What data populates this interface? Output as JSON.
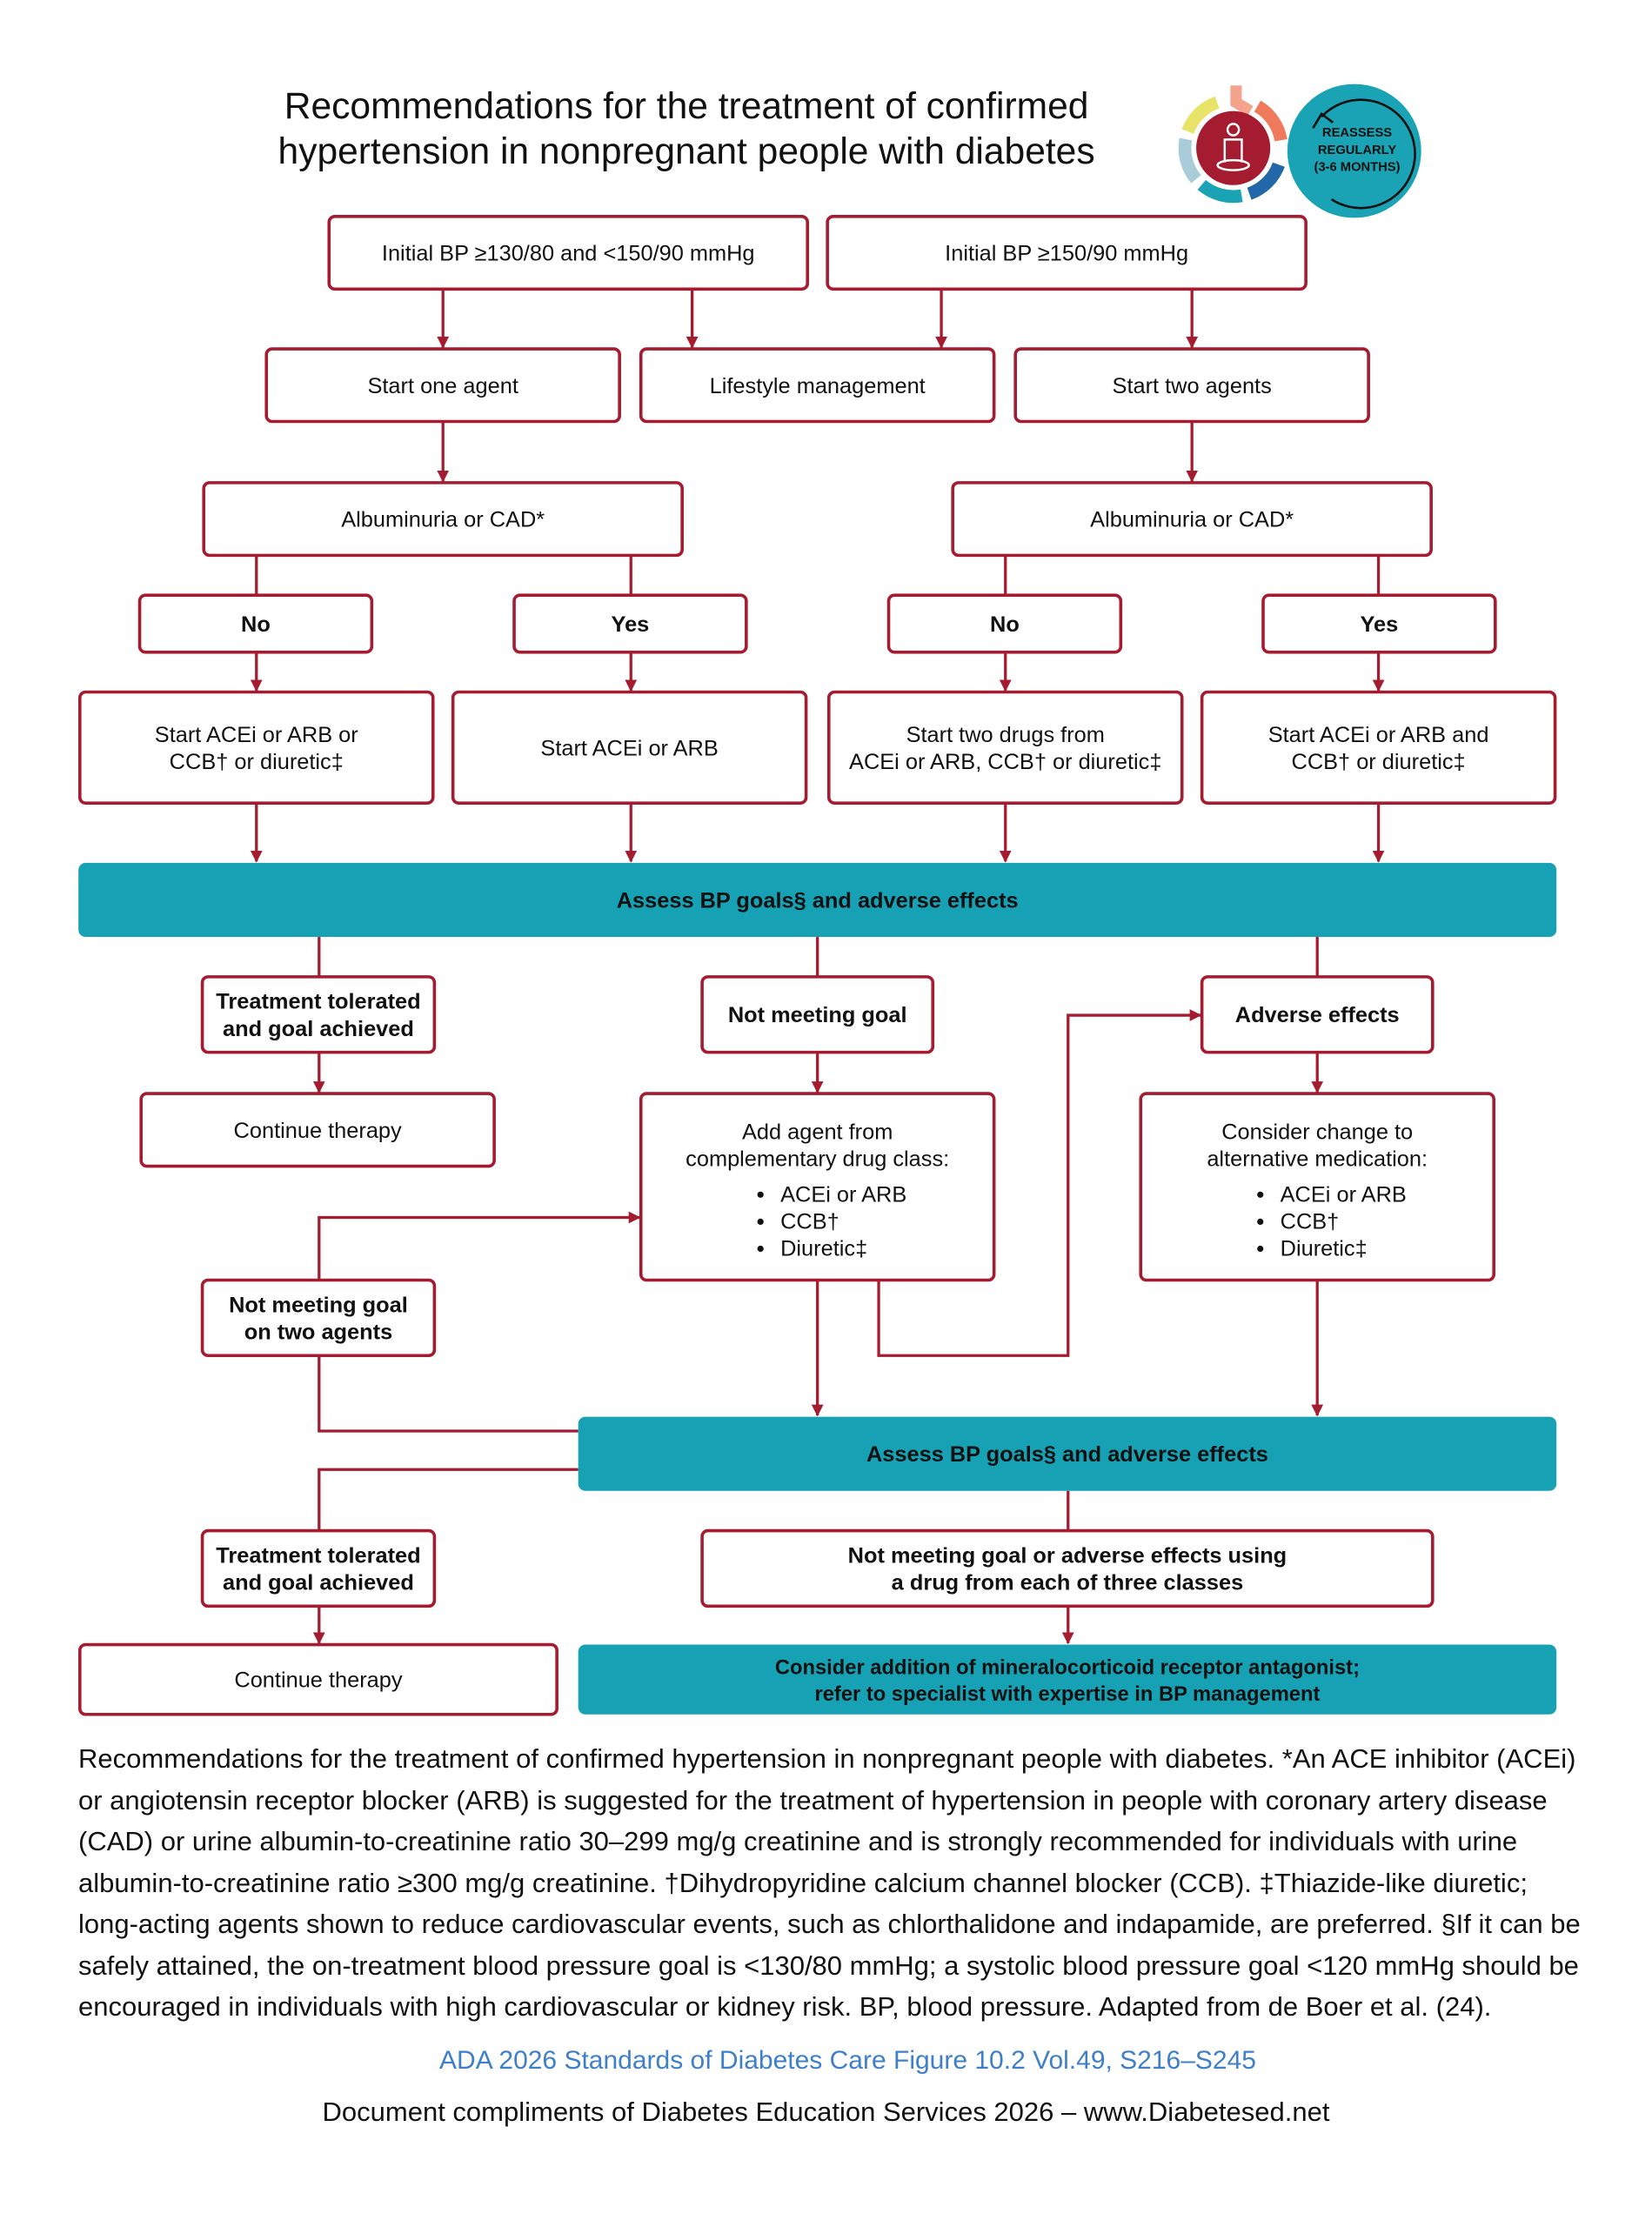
{
  "title": {
    "line1": "Recommendations for the treatment of confirmed",
    "line2": "hypertension in nonpregnant people with diabetes"
  },
  "badge": {
    "line1": "REASSESS",
    "line2": "REGULARLY",
    "line3": "(3-6 MONTHS)"
  },
  "colors": {
    "accent_red": "#a51c30",
    "teal": "#17a1b4"
  },
  "flow": {
    "initial_low": "Initial BP ≥130/80 and <150/90 mmHg",
    "initial_high": "Initial BP ≥150/90 mmHg",
    "start_one": "Start one agent",
    "lifestyle": "Lifestyle management",
    "start_two": "Start two agents",
    "albuminuria": "Albuminuria or CAD*",
    "no": "No",
    "yes": "Yes",
    "opt1": [
      "Start ACEi or ARB or",
      "CCB† or diuretic‡"
    ],
    "opt2": "Start ACEi or ARB",
    "opt3": [
      "Start two drugs from",
      "ACEi or ARB, CCB† or diuretic‡"
    ],
    "opt4": [
      "Start ACEi or ARB and",
      "CCB† or diuretic‡"
    ],
    "assess": "Assess BP goals§ and adverse effects",
    "tolerated": [
      "Treatment tolerated",
      "and goal achieved"
    ],
    "not_meeting": "Not meeting goal",
    "adverse": "Adverse effects",
    "continue": "Continue therapy",
    "add_agent": [
      "Add agent from",
      "complementary drug class:"
    ],
    "consider_change": [
      "Consider change to",
      "alternative medication:"
    ],
    "drug_list": [
      "ACEi or ARB",
      "CCB†",
      "Diuretic‡"
    ],
    "not_meeting_two": [
      "Not meeting goal",
      "on two agents"
    ],
    "not_meeting_three": [
      "Not meeting goal or adverse effects using",
      "a drug from each of three classes"
    ],
    "mra": [
      "Consider addition of mineralocorticoid receptor antagonist;",
      "refer to specialist with expertise in BP management"
    ]
  },
  "caption": "Recommendations for the treatment of confirmed hypertension in nonpregnant people with diabetes. *An ACE inhibitor (ACEi) or angiotensin receptor blocker (ARB) is suggested for the treatment of hypertension in people with coronary artery disease (CAD) or urine albumin-to-creatinine ratio 30–299 mg/g creatinine and is strongly recommended for individuals with urine albumin-to-creatinine ratio ≥300 mg/g creatinine. †Dihydropyridine calcium channel blocker (CCB). ‡Thiazide-like diuretic; long-acting agents shown to reduce cardiovascular events, such as chlorthalidone and indapamide, are preferred. §If it can be safely attained, the on-treatment blood pressure goal is <130/80 mmHg; a systolic blood pressure goal <120 mmHg should be encouraged in individuals with high cardiovascular or kidney risk. BP, blood pressure. Adapted from de Boer et al. (24).",
  "source": "ADA 2026 Standards of Diabetes Care  Figure 10.2 Vol.49, S216–S245",
  "footer": "Document compliments of Diabetes Education Services 2026 – www.Diabetesed.net"
}
